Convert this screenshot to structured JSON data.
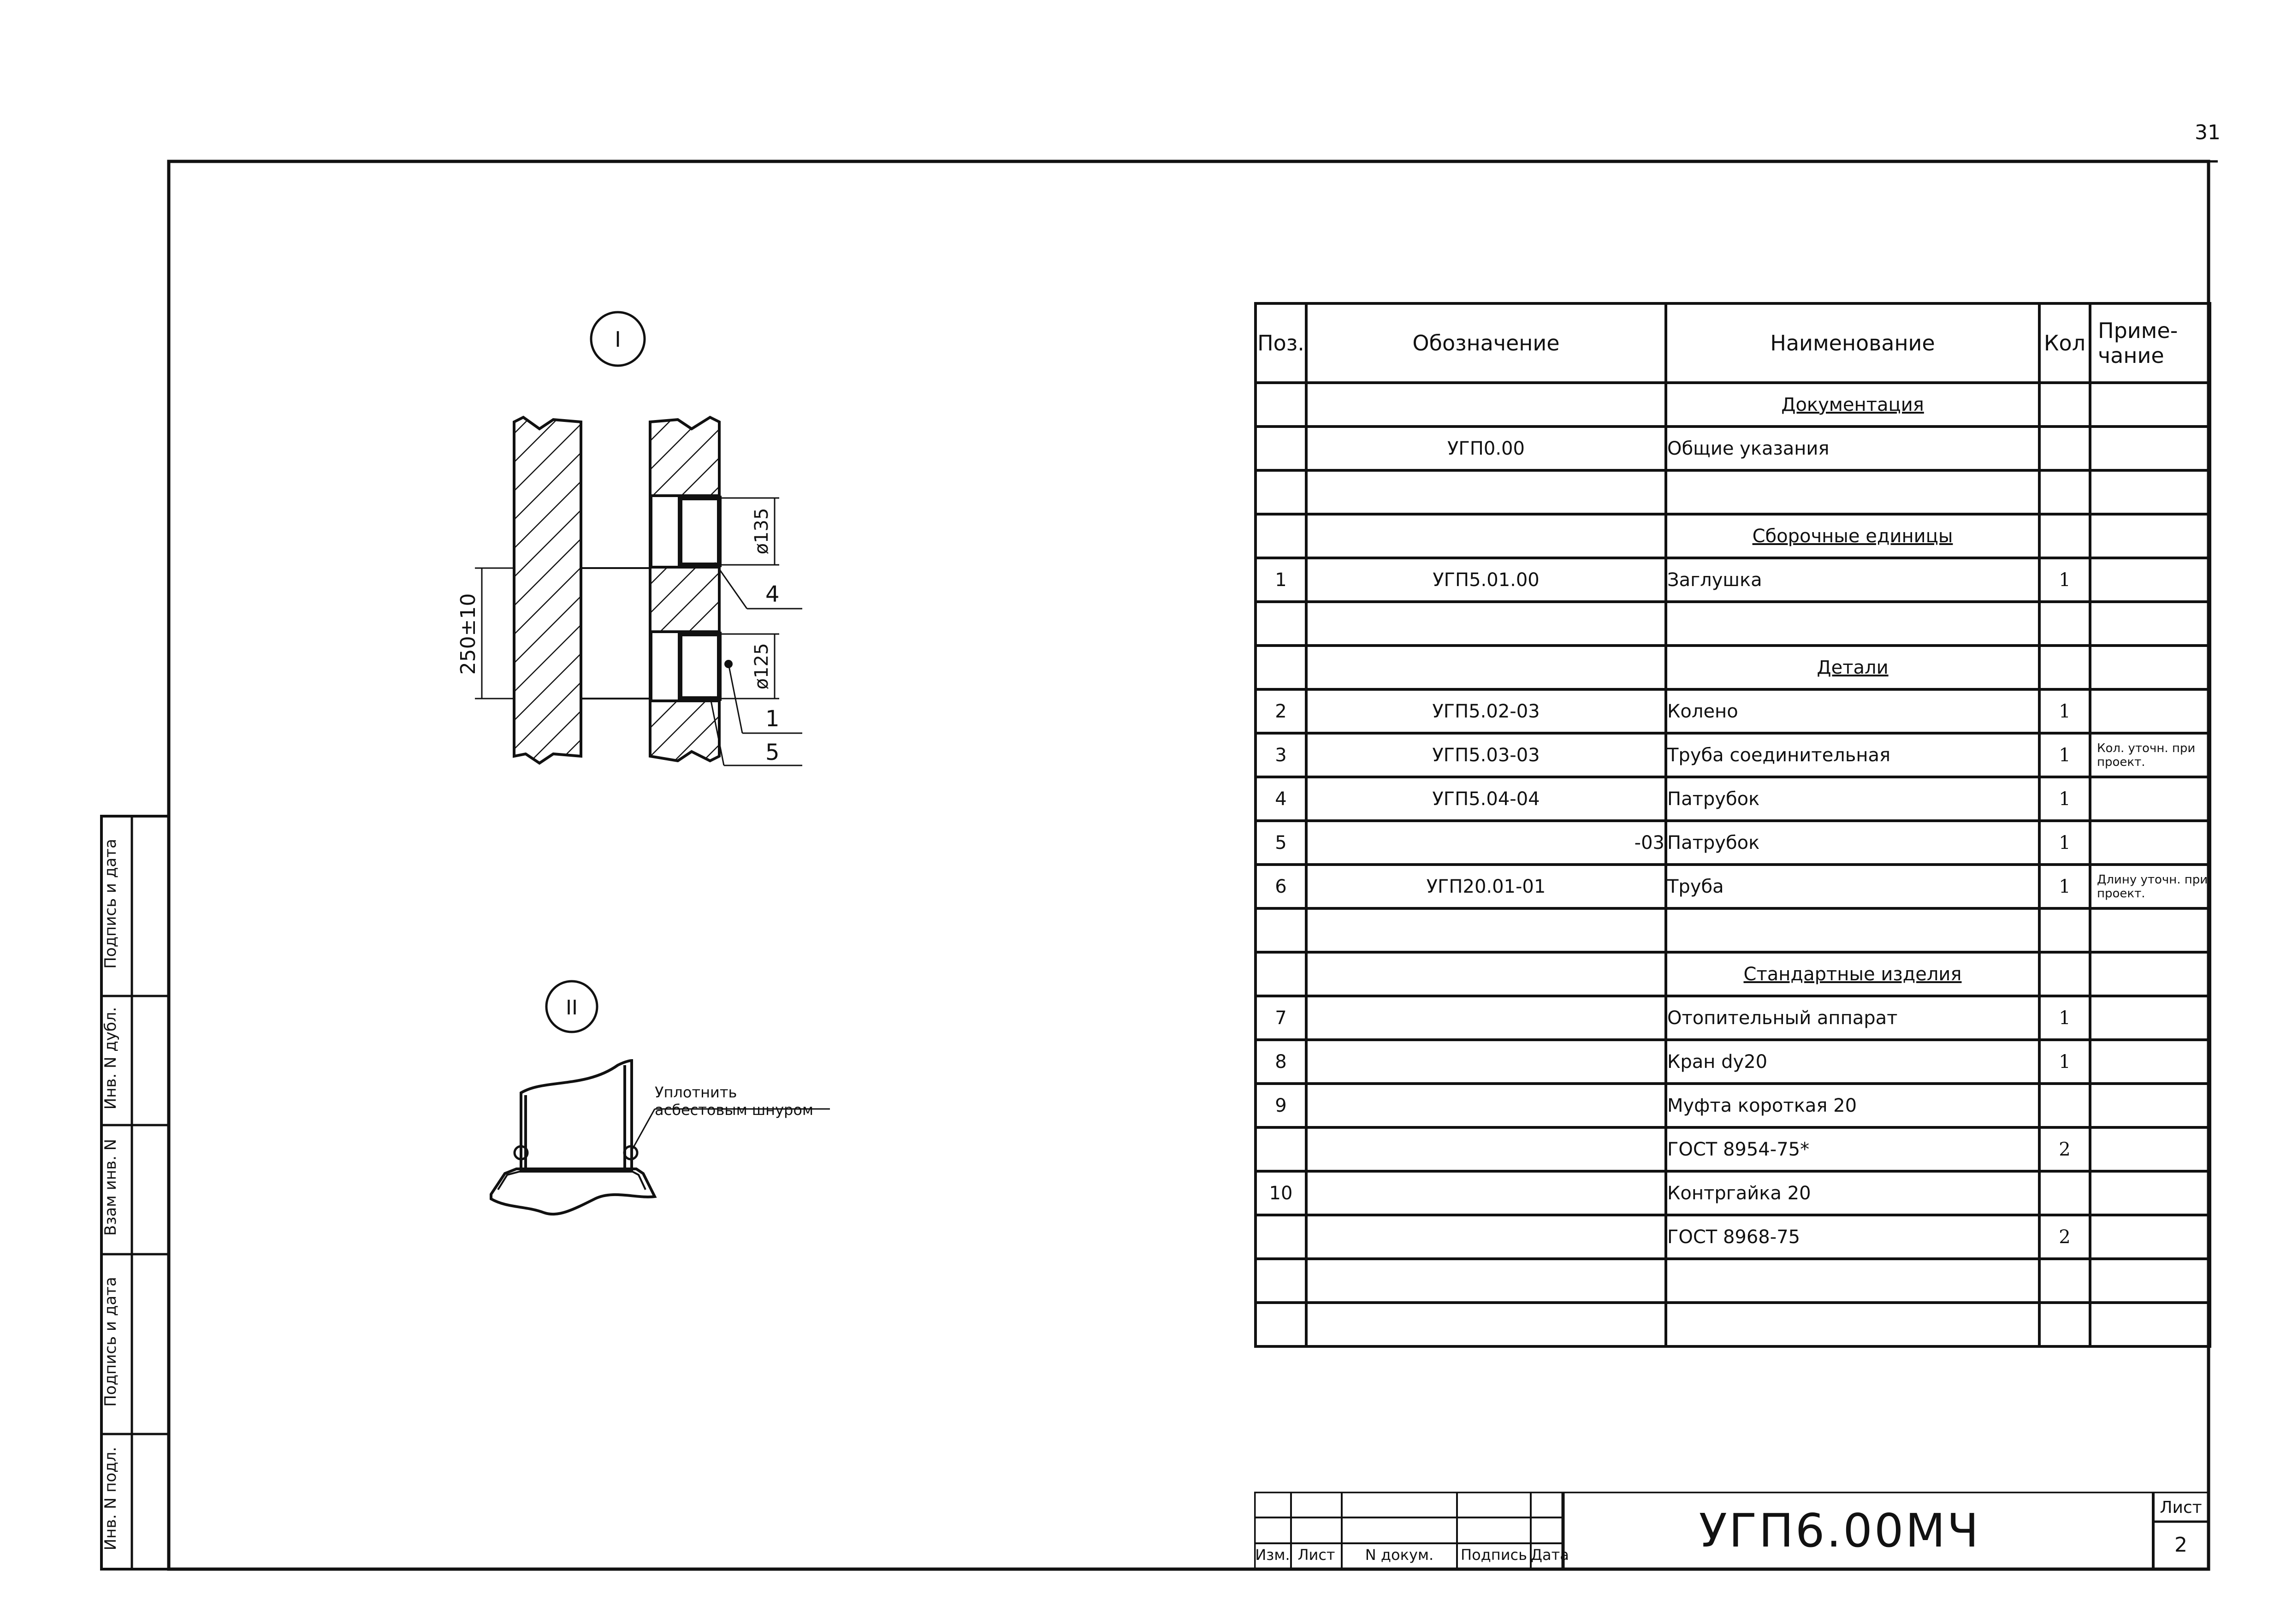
{
  "page_number": "31",
  "views": {
    "view1_marker": "I",
    "view2_marker": "II",
    "dimensions": {
      "dia_135": "ø135",
      "dia_125": "ø125",
      "height": "250±10"
    },
    "leaders": [
      "4",
      "1",
      "5"
    ],
    "note_line1": "Уплотнить",
    "note_line2": "асбестовым шнуром"
  },
  "spec_table": {
    "headers": {
      "pos": "Поз.",
      "designation": "Обозначение",
      "name": "Наименование",
      "qty": "Кол",
      "note": "Приме-чание"
    },
    "rows": [
      {
        "pos": "",
        "designation": "",
        "name": "Документация",
        "qty": "",
        "note": "",
        "section": true
      },
      {
        "pos": "",
        "designation": "УГП0.00",
        "name": "Общие указания",
        "qty": "",
        "note": ""
      },
      {
        "pos": "",
        "designation": "",
        "name": "",
        "qty": "",
        "note": ""
      },
      {
        "pos": "",
        "designation": "",
        "name": "Сборочные единицы",
        "qty": "",
        "note": "",
        "section": true
      },
      {
        "pos": "1",
        "designation": "УГП5.01.00",
        "name": "Заглушка",
        "qty": "1",
        "note": ""
      },
      {
        "pos": "",
        "designation": "",
        "name": "",
        "qty": "",
        "note": ""
      },
      {
        "pos": "",
        "designation": "",
        "name": "Детали",
        "qty": "",
        "note": "",
        "section": true
      },
      {
        "pos": "2",
        "designation": "УГП5.02-03",
        "name": "Колено",
        "qty": "1",
        "note": ""
      },
      {
        "pos": "3",
        "designation": "УГП5.03-03",
        "name": "Труба соединительная",
        "qty": "1",
        "note": "Кол. уточн. при проект."
      },
      {
        "pos": "4",
        "designation": "УГП5.04-04",
        "name": "Патрубок",
        "qty": "1",
        "note": ""
      },
      {
        "pos": "5",
        "designation": "-03",
        "name": "Патрубок",
        "qty": "1",
        "note": ""
      },
      {
        "pos": "6",
        "designation": "УГП20.01-01",
        "name": "Труба",
        "qty": "1",
        "note": "Длину уточн. при проект."
      },
      {
        "pos": "",
        "designation": "",
        "name": "",
        "qty": "",
        "note": ""
      },
      {
        "pos": "",
        "designation": "",
        "name": "Стандартные изделия",
        "qty": "",
        "note": "",
        "section": true
      },
      {
        "pos": "7",
        "designation": "",
        "name": "Отопительный аппарат",
        "qty": "1",
        "note": ""
      },
      {
        "pos": "8",
        "designation": "",
        "name": "Кран dy20",
        "qty": "1",
        "note": ""
      },
      {
        "pos": "9",
        "designation": "",
        "name": "Муфта короткая 20",
        "qty": "",
        "note": ""
      },
      {
        "pos": "",
        "designation": "",
        "name": "ГОСТ 8954-75*",
        "qty": "2",
        "note": ""
      },
      {
        "pos": "10",
        "designation": "",
        "name": "Контргайка 20",
        "qty": "",
        "note": ""
      },
      {
        "pos": "",
        "designation": "",
        "name": "ГОСТ 8968-75",
        "qty": "2",
        "note": ""
      },
      {
        "pos": "",
        "designation": "",
        "name": "",
        "qty": "",
        "note": ""
      },
      {
        "pos": "",
        "designation": "",
        "name": "",
        "qty": "",
        "note": ""
      }
    ]
  },
  "title_block": {
    "columns": [
      "Изм.",
      "Лист",
      "N докум.",
      "Подпись",
      "Дата"
    ],
    "doc_code": "УГП6.00МЧ",
    "sheet_label": "Лист",
    "sheet_number": "2"
  },
  "side_stamp": {
    "labels": [
      "Подпись и дата",
      "Инв. N дубл.",
      "Взам инв. N",
      "Подпись и дата",
      "Инв. N подл."
    ]
  }
}
